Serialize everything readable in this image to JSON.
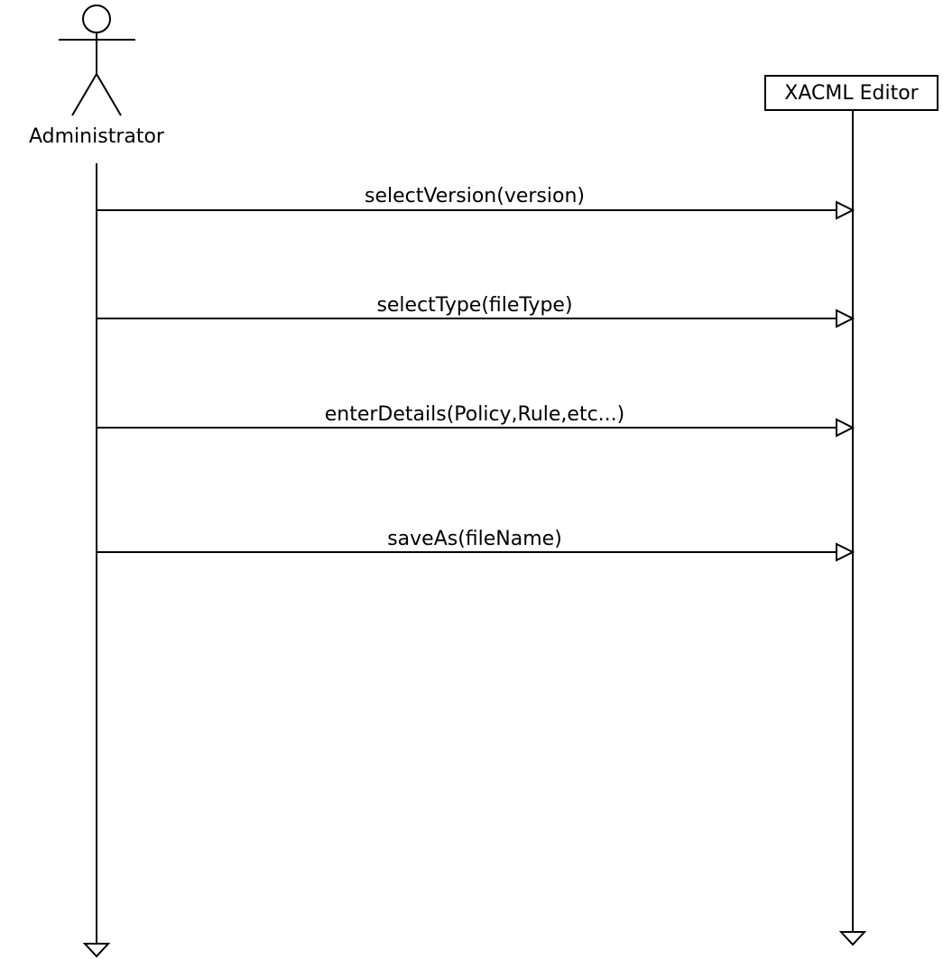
{
  "actor": {
    "label": "Administrator"
  },
  "participant": {
    "label": "XACML Editor"
  },
  "messages": [
    {
      "label": "selectVersion(version)"
    },
    {
      "label": "selectType(fileType)"
    },
    {
      "label": "enterDetails(Policy,Rule,etc...)"
    },
    {
      "label": "saveAs(fileName)"
    }
  ],
  "colors": {
    "stroke": "#000000",
    "background": "#ffffff"
  }
}
